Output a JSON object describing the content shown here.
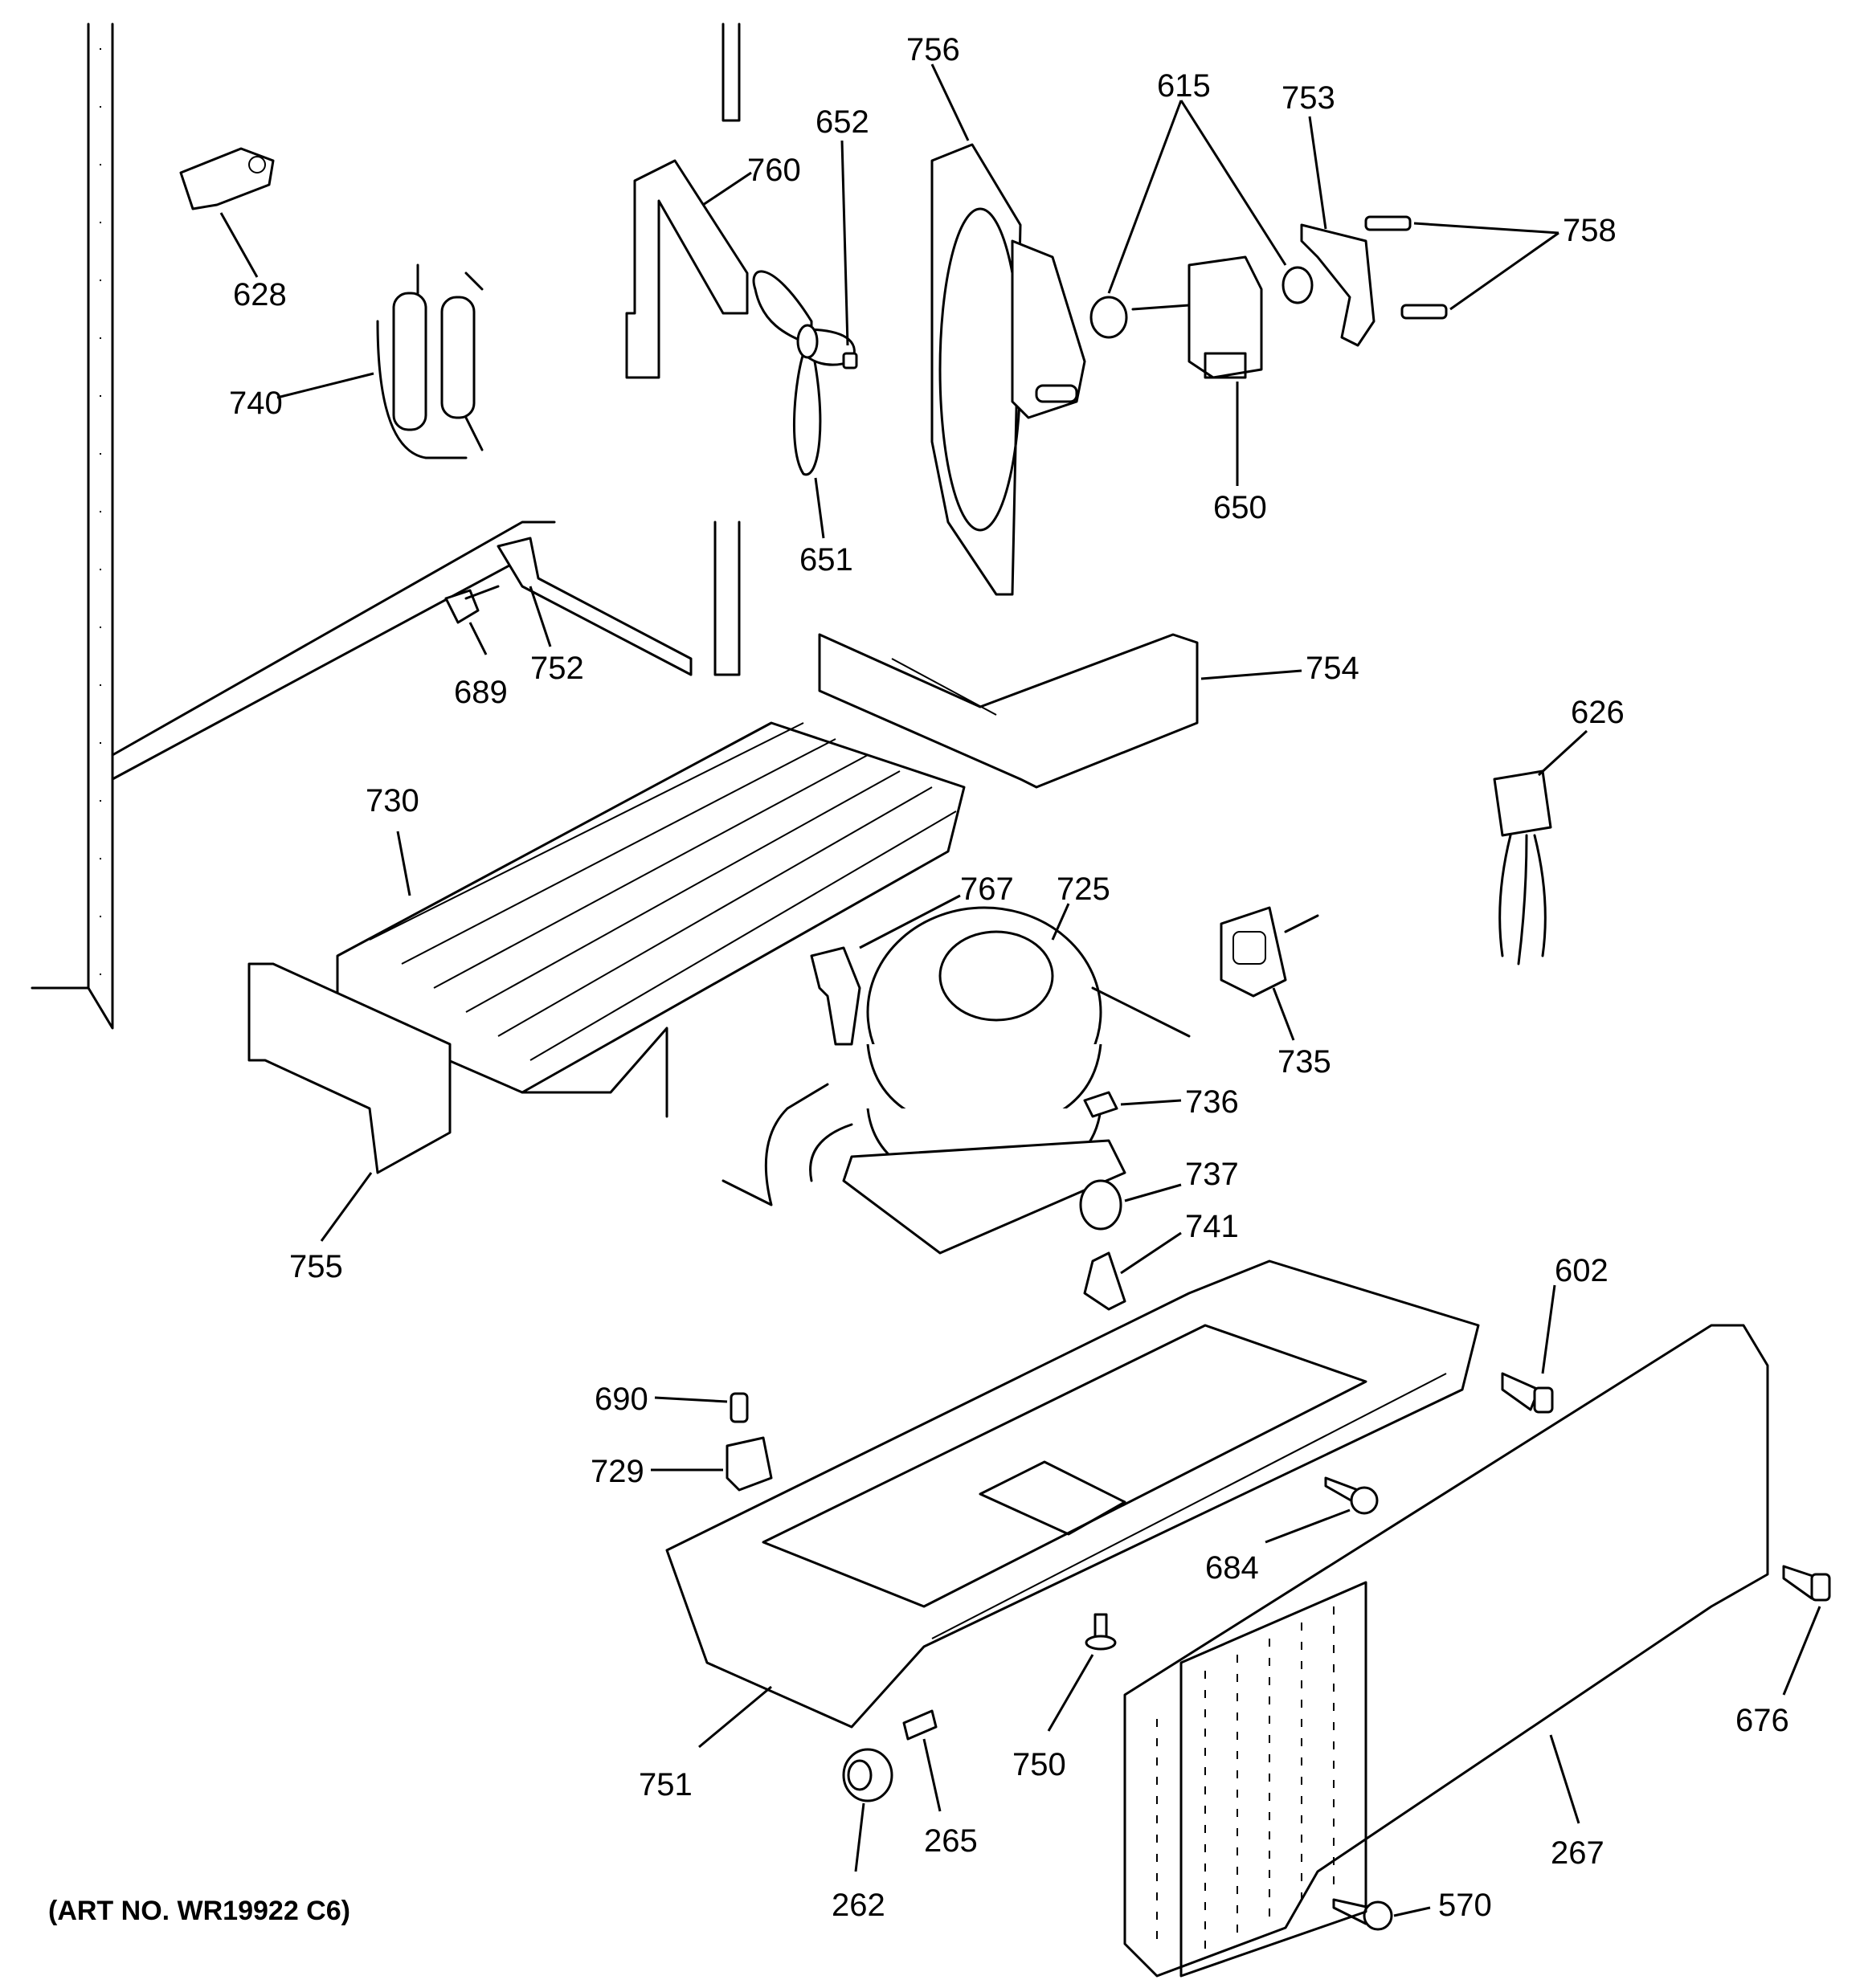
{
  "art_number": "(ART NO. WR19922 C6)",
  "callouts": {
    "c628": "628",
    "c740": "740",
    "c760": "760",
    "c652": "652",
    "c756": "756",
    "c615": "615",
    "c753": "753",
    "c758": "758",
    "c651": "651",
    "c650": "650",
    "c689": "689",
    "c752": "752",
    "c754": "754",
    "c626": "626",
    "c730": "730",
    "c767": "767",
    "c725": "725",
    "c735": "735",
    "c736": "736",
    "c737": "737",
    "c741": "741",
    "c755": "755",
    "c602": "602",
    "c690": "690",
    "c729": "729",
    "c684": "684",
    "c676": "676",
    "c751": "751",
    "c750": "750",
    "c265": "265",
    "c262": "262",
    "c267": "267",
    "c570": "570"
  }
}
